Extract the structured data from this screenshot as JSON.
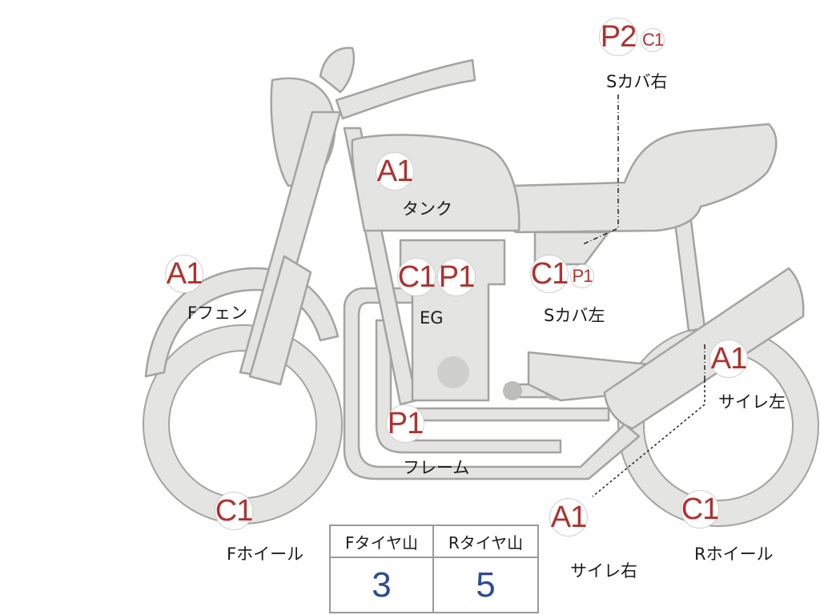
{
  "parts": {
    "tank": {
      "badges": [
        "A1"
      ],
      "label": "タンク"
    },
    "front_fender": {
      "badges": [
        "A1"
      ],
      "label": "Fフェン"
    },
    "engine": {
      "badges": [
        "C1",
        "P1"
      ],
      "label": "EG"
    },
    "side_cover_left": {
      "badges": [
        "C1",
        "P1"
      ],
      "label": "Sカバ左"
    },
    "side_cover_right": {
      "badges": [
        "P2",
        "C1"
      ],
      "label": "Sカバ右"
    },
    "frame": {
      "badges": [
        "P1"
      ],
      "label": "フレーム"
    },
    "muffler_left": {
      "badges": [
        "A1"
      ],
      "label": "サイレ左"
    },
    "muffler_right": {
      "badges": [
        "A1"
      ],
      "label": "サイレ右"
    },
    "front_wheel": {
      "badges": [
        "C1"
      ],
      "label": "Fホイール"
    },
    "rear_wheel": {
      "badges": [
        "C1"
      ],
      "label": "Rホイール"
    }
  },
  "tire_table": {
    "front_header": "Fタイヤ山",
    "rear_header": "Rタイヤ山",
    "front_value": "3",
    "rear_value": "5"
  },
  "colors": {
    "badge_text": "#b0312e",
    "table_value": "#2b4a9a",
    "part_fill": "#e4e4e2",
    "part_stroke": "#a3a3a1"
  }
}
